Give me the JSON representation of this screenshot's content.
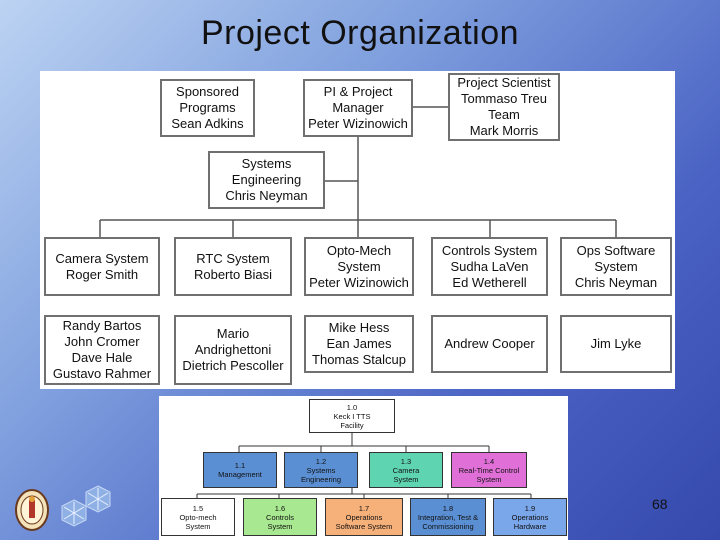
{
  "slide": {
    "title": "Project Organization",
    "page_number": "68"
  },
  "org_chart": {
    "sponsored": "Sponsored\nPrograms\nSean Adkins",
    "pi": "PI & Project\nManager\nPeter Wizinowich",
    "scientist": "Project Scientist\nTommaso Treu\nTeam\nMark Morris",
    "systems": "Systems\nEngineering\nChris Neyman",
    "camera": "Camera System\nRoger Smith",
    "rtc": "RTC System\nRoberto Biasi",
    "optomech": "Opto-Mech\nSystem\nPeter Wizinowich",
    "controls": "Controls System\nSudha LaVen\nEd Wetherell",
    "ops": "Ops Software\nSystem\nChris Neyman",
    "camera_team": "Randy Bartos\nJohn Cromer\nDave Hale\nGustavo Rahmer",
    "rtc_team": "Mario\nAndrighettoni\nDietrich Pescoller",
    "optomech_team": "Mike Hess\nEan James\nThomas Stalcup",
    "controls_team": "Andrew Cooper",
    "ops_team": "Jim Lyke"
  },
  "wbs_chart": {
    "colors": {
      "root": "#ffffff",
      "b11": "#5b8fd3",
      "b12": "#5b8fd3",
      "b13": "#5fd4b0",
      "b14": "#e070d8",
      "b15": "#ffffff",
      "b16": "#a8e890",
      "b17": "#f6b07a",
      "b18": "#5b8fd3",
      "b19": "#7aa6ea"
    },
    "root": "1.0\nKeck I TTS\nFacility",
    "b11": "1.1\nManagement",
    "b12": "1.2\nSystems\nEngineering",
    "b13": "1.3\nCamera\nSystem",
    "b14": "1.4\nReal-Time Control\nSystem",
    "b15": "1.5\nOpto-mech\nSystem",
    "b16": "1.6\nControls\nSystem",
    "b17": "1.7\nOperations\nSoftware System",
    "b18": "1.8\nIntegration, Test &\nCommissioning",
    "b19": "1.9\nOperations\nHardware"
  }
}
